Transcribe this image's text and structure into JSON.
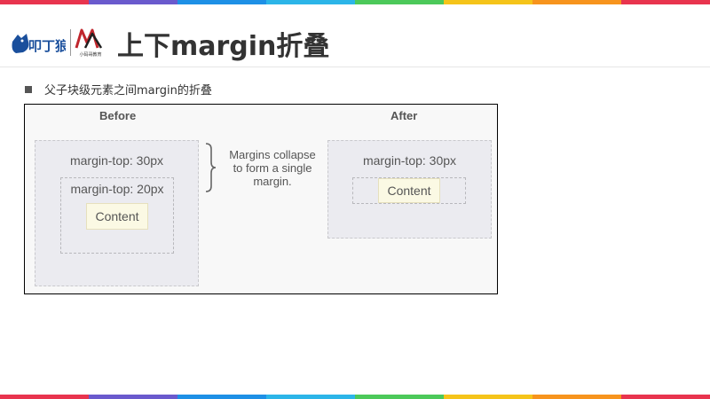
{
  "colors": {
    "rainbow": [
      "#e8344e",
      "#6a5acd",
      "#1e90e6",
      "#2cb5e8",
      "#4cc95a",
      "#f5c41a",
      "#f7941d",
      "#e8344e"
    ]
  },
  "header": {
    "title": "上下margin折叠",
    "logo_primary": "叩丁狼",
    "logo_secondary": "小码哥教育"
  },
  "bullet": {
    "text": "父子块级元素之间margin的折叠"
  },
  "figure": {
    "before_label": "Before",
    "after_label": "After",
    "before": {
      "outer_margin": "margin-top: 30px",
      "inner_margin": "margin-top: 20px",
      "content": "Content"
    },
    "note_lines": [
      "Margins collapse",
      "to form a single",
      "margin."
    ],
    "after": {
      "outer_margin": "margin-top: 30px",
      "content": "Content"
    }
  }
}
